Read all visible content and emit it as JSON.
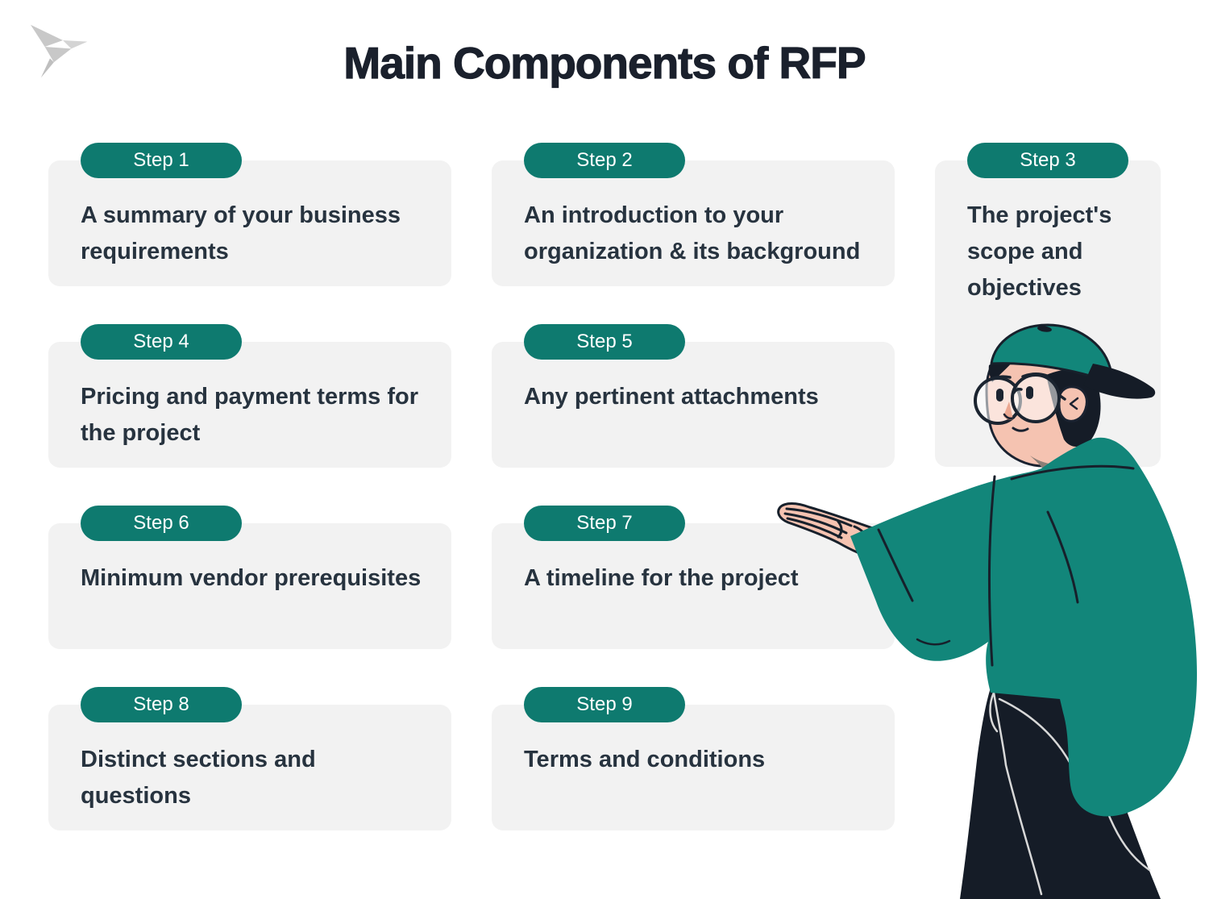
{
  "page": {
    "title": "Main Components of RFP",
    "logo": "origami-bird",
    "colors": {
      "accent": "#0E7A6F",
      "card_bg": "#F2F2F2",
      "title": "#1A202C",
      "text": "#27333F",
      "badge_text": "#FFFFFF"
    }
  },
  "steps": [
    {
      "badge": "Step 1",
      "text": "A summary of your business requirements"
    },
    {
      "badge": "Step 2",
      "text": "An introduction to your organization & its background"
    },
    {
      "badge": "Step 3",
      "text": "The project's scope and objectives"
    },
    {
      "badge": "Step 4",
      "text": "Pricing and payment terms for the project"
    },
    {
      "badge": "Step 5",
      "text": "Any pertinent attachments"
    },
    {
      "badge": "Step 6",
      "text": "Minimum vendor prerequisites"
    },
    {
      "badge": "Step 7",
      "text": "A timeline for the project"
    },
    {
      "badge": "Step 8",
      "text": "Distinct sections and questions"
    },
    {
      "badge": "Step 9",
      "text": "Terms and conditions"
    }
  ],
  "illustration": {
    "description": "man in backwards teal cap and glasses presenting with open palm",
    "hoodie_color": "#12867A",
    "skin_color": "#F5C3B1",
    "pants_color": "#151C27"
  }
}
